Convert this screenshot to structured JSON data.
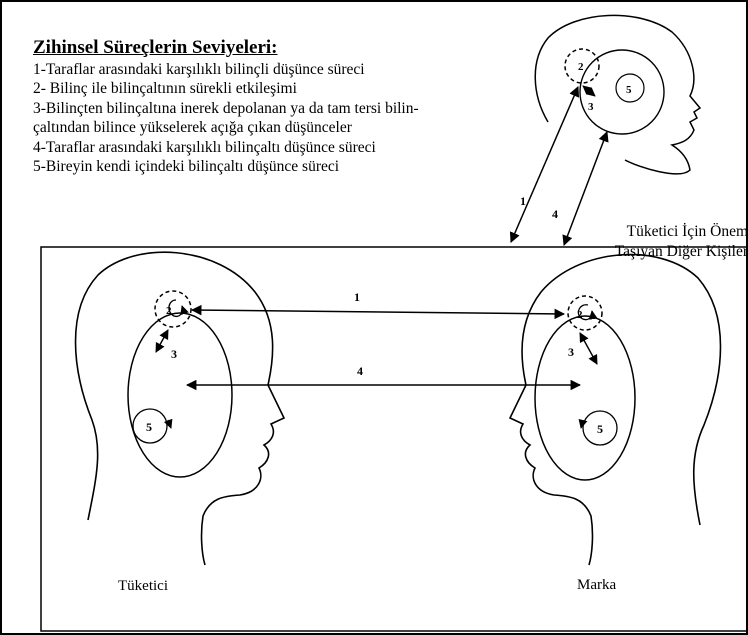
{
  "legend": {
    "title": "Zihinsel Süreçlerin Seviyeleri:",
    "items": [
      "1-Taraflar arasındaki karşılıklı bilinçli düşünce süreci",
      "2- Bilinç ile bilinçaltının sürekli etkileşimi",
      "3-Bilinçten bilinçaltına inerek depolanan ya da tam tersi bilin-",
      "çaltından bilince yükselerek açığa çıkan düşünceler",
      "4-Taraflar arasındaki karşılıklı bilinçaltı düşünce süreci",
      "5-Bireyin kendi içindeki bilinçaltı düşünce süreci"
    ]
  },
  "others_label": [
    "Tüketici İçin Önem",
    "Taşıyan Diğer Kişiler"
  ],
  "consumer_label": "Tüketici",
  "brand_label": "Marka",
  "arrow_labels": {
    "one": "1",
    "four": "4",
    "one_top": "1",
    "four_top": "4",
    "two_left": "2",
    "three_left": "3",
    "five_left": "5",
    "two_right": "2",
    "three_right": "3",
    "five_right": "5",
    "two_top": "2",
    "three_top": "3",
    "five_top": "5"
  }
}
